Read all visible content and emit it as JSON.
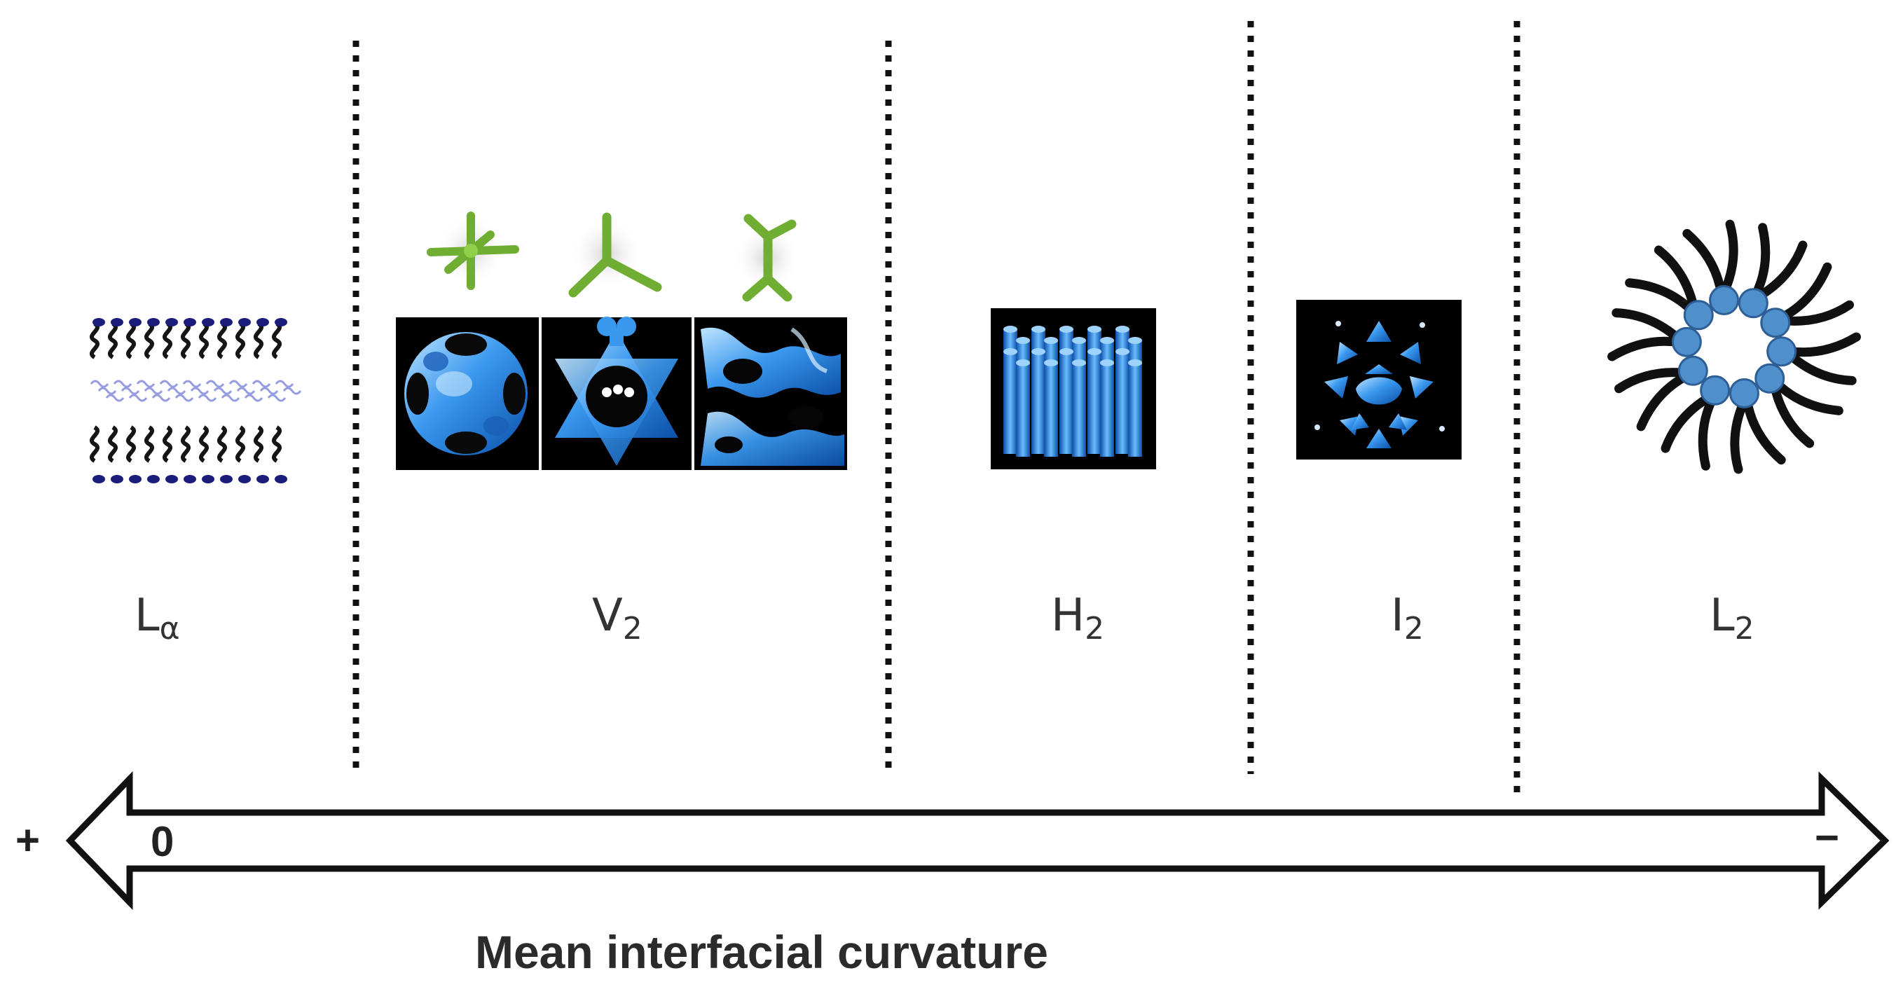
{
  "phases": [
    {
      "symbol": "L",
      "subscript": "α"
    },
    {
      "symbol": "V",
      "subscript": "2"
    },
    {
      "symbol": "H",
      "subscript": "2"
    },
    {
      "symbol": "I",
      "subscript": "2"
    },
    {
      "symbol": "L",
      "subscript": "2"
    }
  ],
  "axis": {
    "left_sign": "+",
    "zero_mark": "0",
    "right_sign": "−",
    "title": "Mean interfacial curvature"
  },
  "colors": {
    "lipid_head": "#1c1c7a",
    "lipid_tail": "#151515",
    "cubic_blue": "#2f8ee8",
    "panel_bg": "#000000",
    "network_green": "#79b83a",
    "micelle_head": "#4f8fcc",
    "divider": "#111111"
  }
}
